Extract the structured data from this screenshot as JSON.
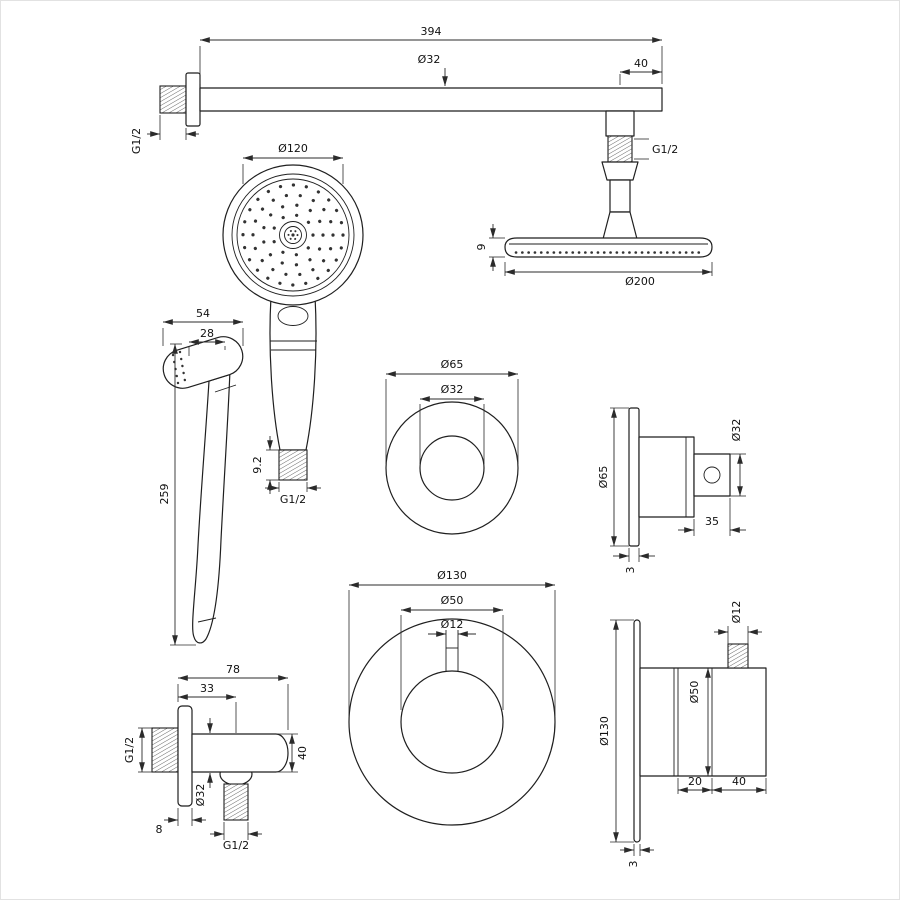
{
  "drawing": {
    "shower_arm": {
      "length": "394",
      "tube_diameter": "Ø32",
      "end_offset": "40",
      "wall_thread": "G1/2",
      "outlet_thread": "G1/2"
    },
    "rain_head": {
      "edge_thickness": "9",
      "diameter": "Ø200"
    },
    "hand_shower_front": {
      "head_diameter": "Ø120",
      "thread_length": "9.2",
      "thread": "G1/2"
    },
    "hand_shower_side": {
      "head_depth": "54",
      "face_depth": "28",
      "total_length": "259"
    },
    "escutcheon": {
      "plate_diameter": "Ø65",
      "sleeve_diameter": "Ø32"
    },
    "valve_side": {
      "plate_diameter": "Ø65",
      "stem_diameter": "Ø32",
      "projection": "35",
      "plate_thickness": "3"
    },
    "mixer_front": {
      "plate_diameter": "Ø130",
      "hub_diameter": "Ø50",
      "pin_diameter": "Ø12"
    },
    "mixer_side": {
      "plate_diameter": "Ø130",
      "hub_diameter": "Ø50",
      "pin_diameter": "Ø12",
      "hub_depth_rear": "20",
      "hub_depth_front": "40",
      "plate_thickness": "3"
    },
    "wall_outlet": {
      "total_width": "78",
      "outlet_offset": "33",
      "wall_thread": "G1/2",
      "body_diameter": "Ø32",
      "flange_thickness": "8",
      "hose_thread": "G1/2",
      "body_height": "40"
    }
  }
}
